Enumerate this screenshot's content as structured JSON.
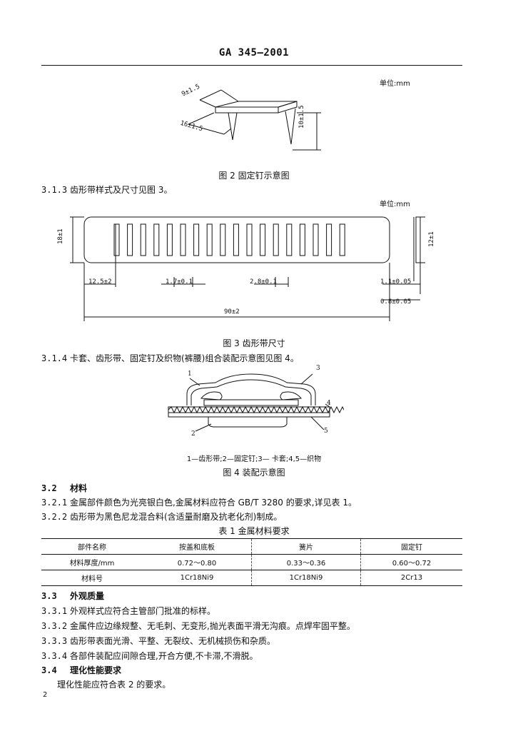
{
  "header": {
    "doc_id": "GA 345—2001"
  },
  "fig2": {
    "unit": "单位:mm",
    "dim_width": "9±1.5",
    "dim_length": "16±1.5",
    "dim_height": "10±1.5",
    "caption": "图 2   固定钉示意图"
  },
  "s313": {
    "num": "3.1.3",
    "text": "齿形带样式及尺寸见图 3。"
  },
  "fig3": {
    "unit": "单位:mm",
    "dim_left_height": "18±1",
    "dim_right_height": "12±1",
    "dim_edge": "12.5±2",
    "dim_slot": "1.7±0.1",
    "dim_pitch": "2.8±0.1",
    "dim_thk1": "1.1±0.05",
    "dim_thk2": "0.8±0.05",
    "dim_total": "90±2",
    "caption": "图 3   齿形带尺寸"
  },
  "s314": {
    "num": "3.1.4",
    "text": "卡套、齿形带、固定钉及织物(裤腰)组合装配示意图见图 4。"
  },
  "fig4": {
    "labels": [
      "1",
      "2",
      "3",
      "4",
      "5"
    ],
    "legend": "1—齿形带;2—固定钉;3— 卡套;4,5—织物",
    "caption": "图 4   装配示意图"
  },
  "s32": {
    "num": "3.2",
    "text": "材料"
  },
  "s321": {
    "num": "3.2.1",
    "text": "金属部件颜色为光亮银白色,金属材料应符合 GB/T 3280 的要求,详见表 1。"
  },
  "s322": {
    "num": "3.2.2",
    "text": "齿形带为黑色尼龙混合料(含适量耐磨及抗老化剂)制成。"
  },
  "table1": {
    "caption": "表 1   金属材料要求",
    "headers": [
      "部件名称",
      "按盖和底板",
      "簧片",
      "固定钉"
    ],
    "rows": [
      [
        "材料厚度/mm",
        "0.72～0.80",
        "0.33～0.36",
        "0.60～0.72"
      ],
      [
        "材料号",
        "1Cr18Ni9",
        "1Cr18Ni9",
        "2Cr13"
      ]
    ]
  },
  "s33": {
    "num": "3.3",
    "text": "外观质量"
  },
  "s331": {
    "num": "3.3.1",
    "text": "外观样式应符合主管部门批准的标样。"
  },
  "s332": {
    "num": "3.3.2",
    "text": "金属件应边缘规整、无毛刺、无变形,抛光表面平滑无沟痕。点焊牢固平整。"
  },
  "s333": {
    "num": "3.3.3",
    "text": "齿形带表面光滑、平整、无裂纹、无机械损伤和杂质。"
  },
  "s334": {
    "num": "3.3.4",
    "text": "各部件装配应间隙合理,开合方便,不卡滞,不滑脱。"
  },
  "s34": {
    "num": "3.4",
    "text": "理化性能要求"
  },
  "s34p": {
    "text": "理化性能应符合表 2 的要求。"
  },
  "footer": {
    "page": "2"
  }
}
